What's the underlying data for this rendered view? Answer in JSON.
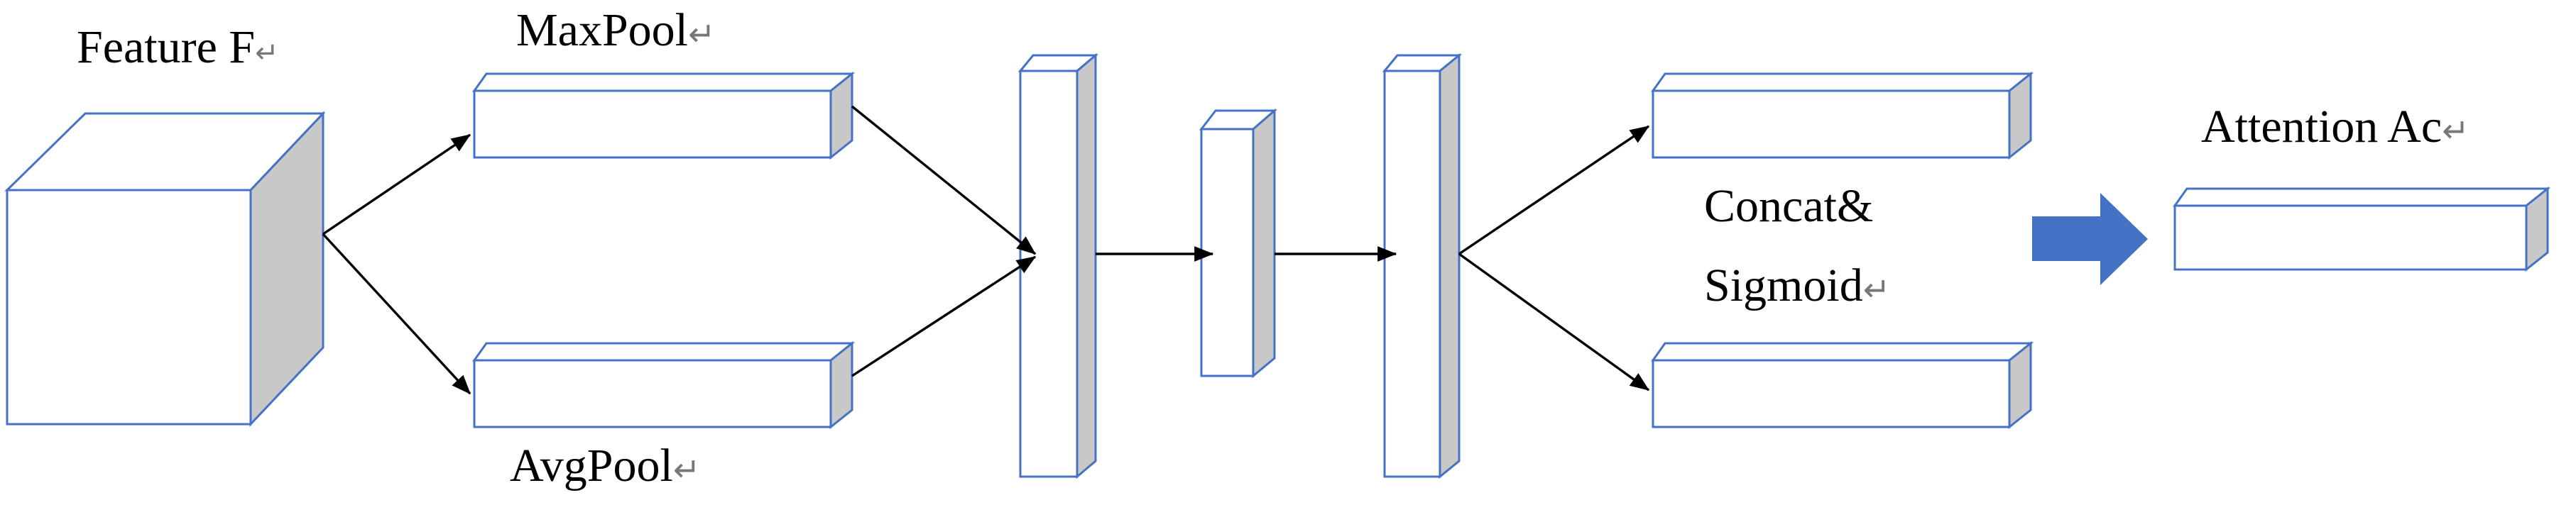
{
  "labels": {
    "feature": "Feature F",
    "maxpool": "MaxPool",
    "avgpool": "AvgPool",
    "concat_line1": "Concat&",
    "concat_line2": "Sigmoid",
    "attention": "Attention Ac"
  },
  "marks": {
    "return_glyph": "↵"
  },
  "colors": {
    "box_stroke": "#4472C4",
    "box_face": "#ffffff",
    "box_side": "#C8C8C8",
    "box_top": "#C8C8C8",
    "arrow": "#000000",
    "big_arrow": "#4472C4"
  }
}
